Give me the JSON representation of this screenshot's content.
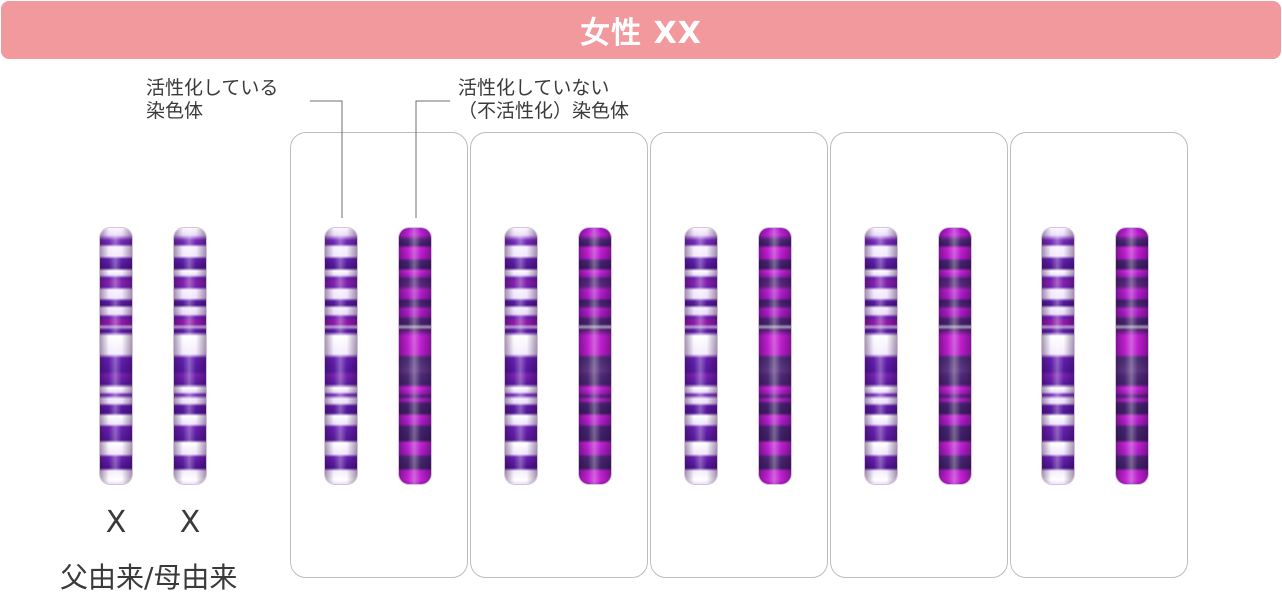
{
  "header": {
    "title": "女性 XX",
    "color": "#f2999e"
  },
  "callouts": {
    "active_line1": "活性化している",
    "active_line2": "染色体",
    "inactive_line1": "活性化していない",
    "inactive_line2": "（不活性化）染色体"
  },
  "left_pair": {
    "x_label_1": "X",
    "x_label_2": "X",
    "origin": "父由来/母由来"
  },
  "panels": [
    {
      "pair": [
        "active",
        "inactive"
      ]
    },
    {
      "pair": [
        "active",
        "inactive"
      ]
    },
    {
      "pair": [
        "active",
        "inactive"
      ]
    },
    {
      "pair": [
        "active",
        "inactive"
      ]
    },
    {
      "pair": [
        "active",
        "inactive"
      ]
    }
  ],
  "colors": {
    "active_band": "#6a22b2",
    "inactive_band": "#c020d0",
    "panel_border": "#bdbdbd"
  }
}
